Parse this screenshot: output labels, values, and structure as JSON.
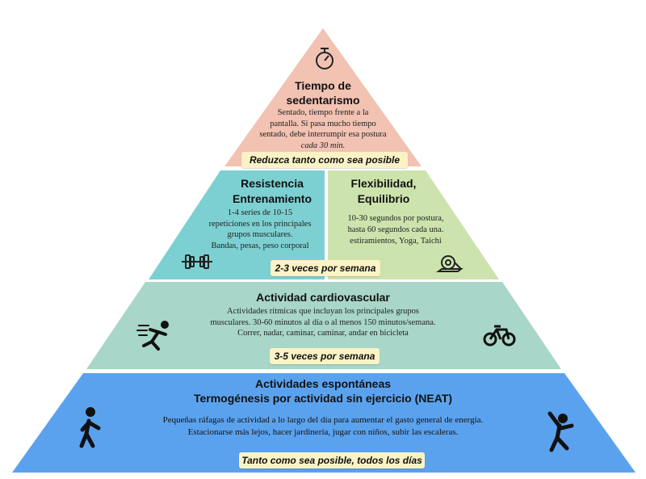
{
  "colors": {
    "top": "#f2c2b2",
    "resistance": "#7dd0d2",
    "flexibility": "#cde3ad",
    "cardio": "#a8d6c8",
    "neat": "#5ba2ee",
    "badge": "#fbf3c6"
  },
  "tiers": {
    "top": {
      "title_line1": "Tiempo de",
      "title_line2": "sedentarismo",
      "line1": "Sentado, tiempo frente a la",
      "line2": "pantalla. Si pasa mucho tiempo",
      "line3": "sentado, debe interrumpir esa postura",
      "line4": "cada 30 min.",
      "badge": "Reduzca tanto como sea posible",
      "icon": "stopwatch-icon"
    },
    "resistance": {
      "title_line1": "Resistencia",
      "title_line2": "Entrenamiento",
      "line1": "1-4 series de 10-15",
      "line2": "repeticiones en los principales",
      "line3": "grupos musculares.",
      "line4": "Bandas, pesas, peso corporal",
      "icon": "dumbbell-icon"
    },
    "flexibility": {
      "title_line1": "Flexibilidad,",
      "title_line2": "Equilibrio",
      "line1": "10-30 segundos por postura,",
      "line2": "hasta 60 segundos cada una.",
      "line3": "estiramientos, Yoga, Taichi",
      "icon": "yoga-mat-icon"
    },
    "middle_badge": "2-3 veces por semana",
    "cardio": {
      "title": "Actividad cardiovascular",
      "line1": "Actividades rítmicas que incluyan los principales grupos",
      "line2": "musculares. 30-60 minutos al día o al menos 150 minutos/semana.",
      "line3": "Correr, nadar, caminar, caminar, andar en bicicleta",
      "badge": "3-5 veces por semana",
      "icon_left": "running-person-icon",
      "icon_right": "bicycle-icon"
    },
    "neat": {
      "title_line1": "Actividades espontáneas",
      "title_line2": "Termogénesis por actividad sin ejercicio (NEAT)",
      "line1": "Pequeñas ráfagas de actividad a lo largo del día para aumentar el gasto general de energía.",
      "line2": "Estacionarse más lejos, hacer jardinería, jugar con niños, subir las escaleras.",
      "badge": "Tanto como sea posible, todos los días",
      "icon_left": "walking-person-icon",
      "icon_right": "stretching-person-icon"
    }
  }
}
